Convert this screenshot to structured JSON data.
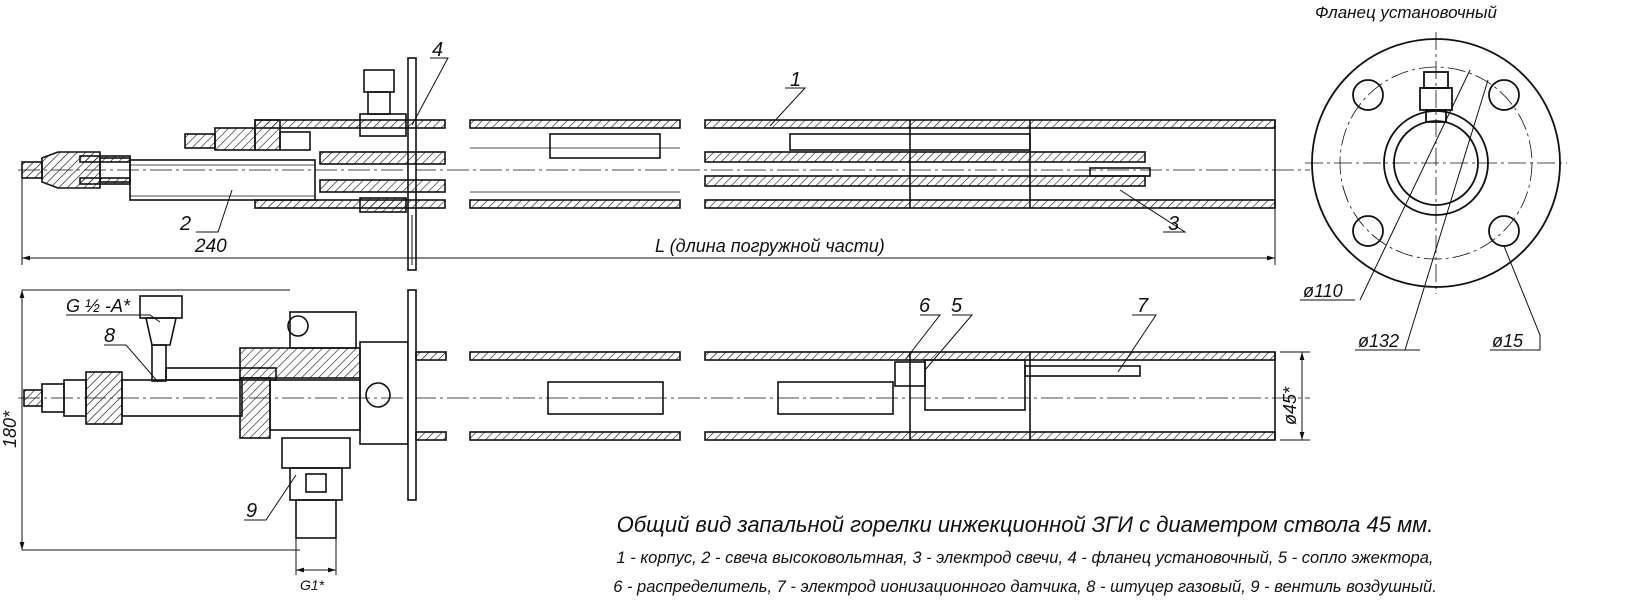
{
  "flange_title": "Фланец установочный",
  "labels": {
    "n1": "1",
    "n2": "2",
    "n3": "3",
    "n4": "4",
    "n5": "5",
    "n6": "6",
    "n7": "7",
    "n8": "8",
    "n9": "9"
  },
  "dimensions": {
    "d240": "240",
    "length": "L (длина погружной части)",
    "d180": "180*",
    "d45": "ø45*",
    "d110": "ø110",
    "d132": "ø132",
    "d15": "ø15",
    "thread_g": "G ½ -A*",
    "thread_g1": "G1*"
  },
  "caption": {
    "title": "Общий вид запальной горелки инжекционной ЗГИ с диаметром ствола  45 мм.",
    "line1": "1 - корпус, 2 - свеча высоковольтная, 3 - электрод свечи, 4 - фланец установочный, 5 - сопло эжектора,",
    "line2": "6 - распределитель, 7 - электрод ионизационного датчика, 8 - штуцер газовый, 9 - вентиль воздушный."
  }
}
